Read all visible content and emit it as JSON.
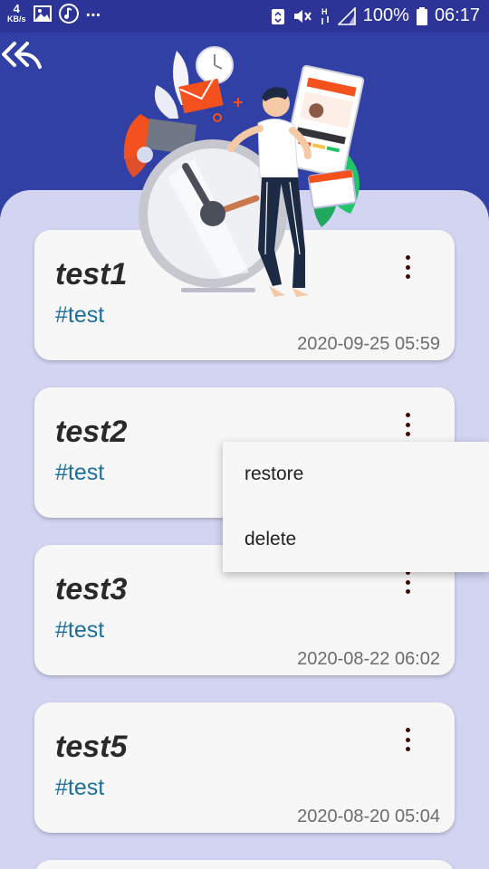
{
  "status_bar": {
    "net_speed_value": "4",
    "net_speed_unit": "KB/s",
    "overflow": "...",
    "battery_percent": "100%",
    "time": "06:17"
  },
  "header": {
    "back_icon": "double-chevron-back-icon"
  },
  "cards": [
    {
      "title": "test1",
      "tag": "#test",
      "date": "2020-09-25 05:59"
    },
    {
      "title": "test2",
      "tag": "#test",
      "date": ""
    },
    {
      "title": "test3",
      "tag": "#test",
      "date": "2020-08-22 06:02"
    },
    {
      "title": "test5",
      "tag": "#test",
      "date": "2020-08-20 05:04"
    }
  ],
  "popup_menu": {
    "items": [
      "restore",
      "delete"
    ]
  },
  "colors": {
    "header": "#3140a4",
    "status_bar": "#2c3497",
    "background": "#d3d4f2",
    "card": "#f6f7f6",
    "tag": "#1e6f99",
    "accent_orange": "#f4511e"
  }
}
